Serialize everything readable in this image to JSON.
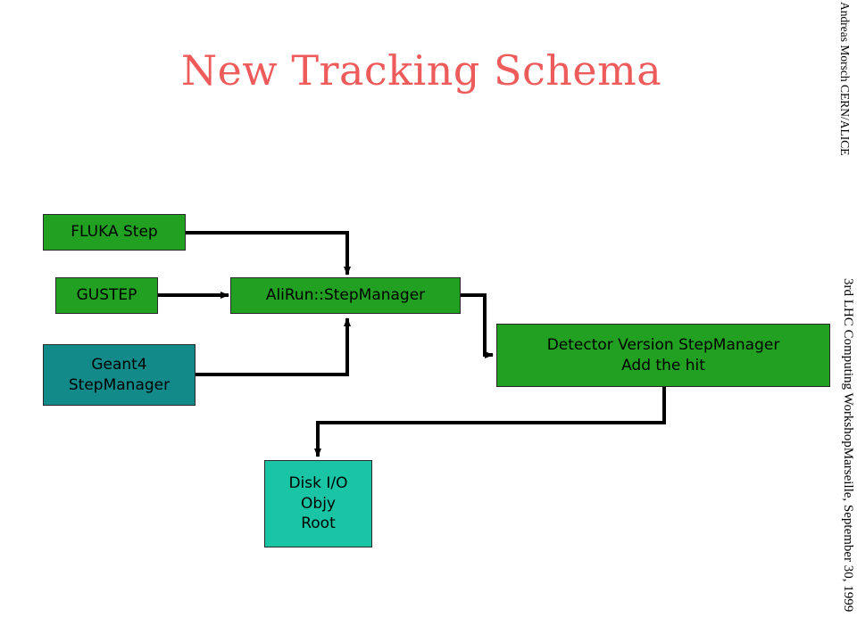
{
  "slide": {
    "title": "New Tracking Schema",
    "side_author": "Andreas Morsch CERN/ALICE",
    "side_event": "3rd LHC Computing WorkshopMarseille, September 30, 1999"
  },
  "boxes": {
    "fluka_step": "FLUKA Step",
    "gustep": "GUSTEP",
    "geant4": [
      "Geant4",
      "StepManager"
    ],
    "alirun": "AliRun::StepManager",
    "detector": [
      "Detector Version StepManager",
      "Add the hit"
    ],
    "disk": [
      "Disk I/O",
      "Objy",
      "Root"
    ]
  },
  "colors": {
    "title": "#ee5b5b",
    "box_green": "#22a022",
    "box_teal": "#138a8a",
    "box_aqua": "#19c5a5",
    "connector": "#000000"
  }
}
